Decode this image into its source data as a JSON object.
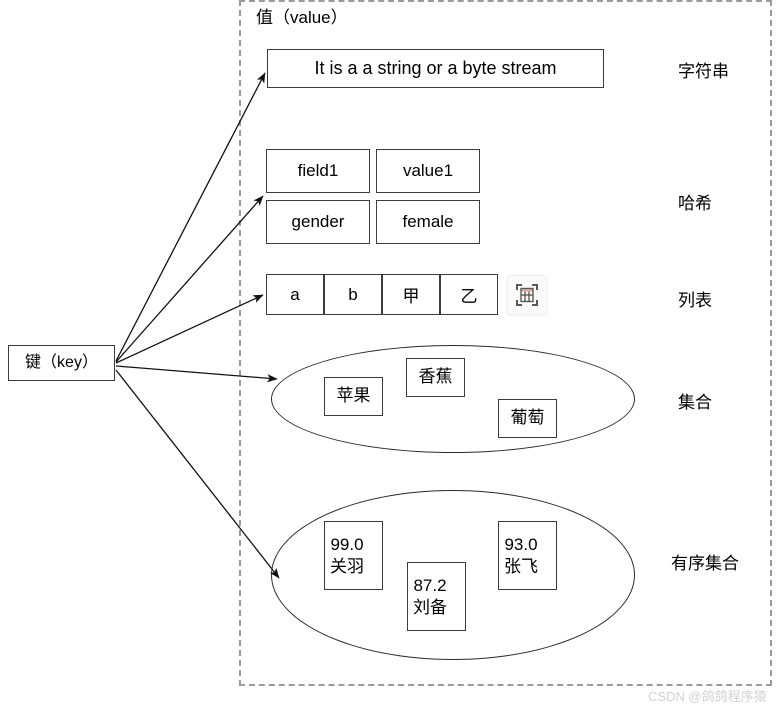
{
  "diagram": {
    "value_container_title": "值（value）",
    "key_node": {
      "label": "键（key）"
    },
    "watermark": "CSDN @鸽鸽程序猿",
    "types": [
      {
        "id": "string",
        "label": "字符串"
      },
      {
        "id": "hash",
        "label": "哈希"
      },
      {
        "id": "list",
        "label": "列表"
      },
      {
        "id": "set",
        "label": "集合"
      },
      {
        "id": "zset",
        "label": "有序集合"
      }
    ],
    "string": {
      "text": "It is a a string or a byte stream"
    },
    "hash": {
      "rows": [
        {
          "field": "field1",
          "value": "value1"
        },
        {
          "field": "gender",
          "value": "female"
        }
      ]
    },
    "list": {
      "cells": [
        "a",
        "b",
        "甲",
        "乙"
      ],
      "icon": "table-scan-icon"
    },
    "set": {
      "items": [
        "苹果",
        "香蕉",
        "葡萄"
      ]
    },
    "zset": {
      "items": [
        {
          "score": "99.0",
          "member": "关羽",
          "text": "99.0\n关羽"
        },
        {
          "score": "87.2",
          "member": "刘备",
          "text": "87.2\n刘备"
        },
        {
          "score": "93.0",
          "member": "张飞",
          "text": "93.0\n张飞"
        }
      ]
    },
    "colors": {
      "stroke": "#2b2b2b",
      "dashed_border": "#9b9b9b",
      "icon_accent": "#e8a0a0",
      "watermark": "#d2d2d2"
    }
  }
}
